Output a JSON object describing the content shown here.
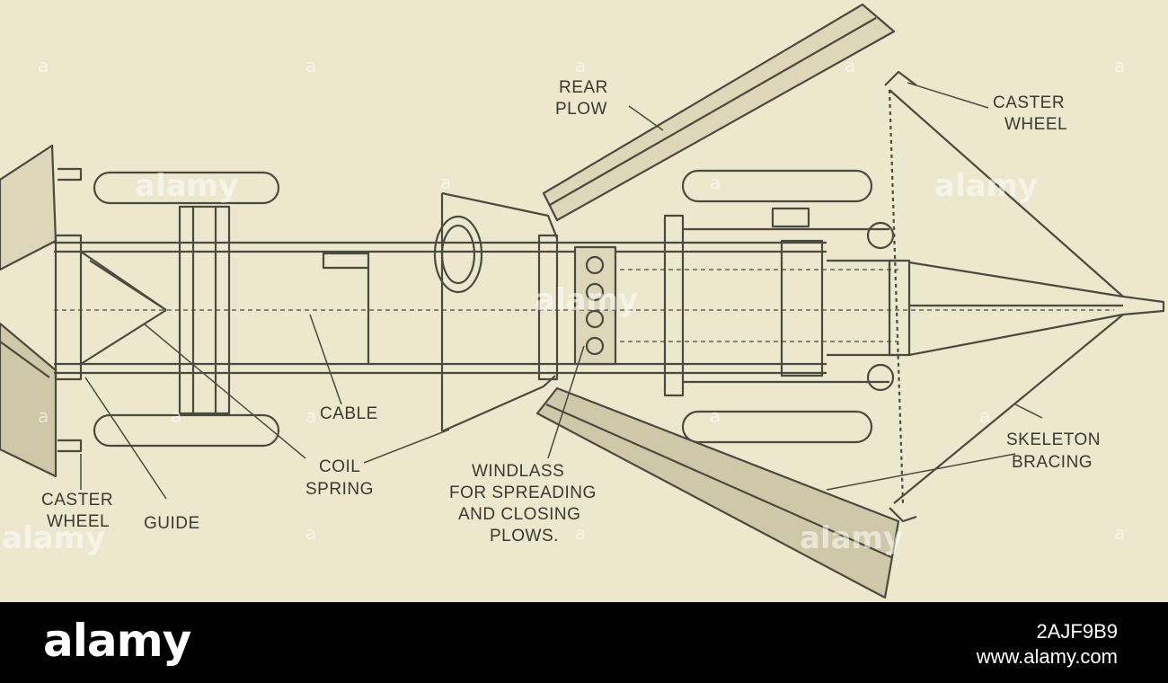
{
  "diagram": {
    "labels": {
      "rear_plow": [
        "REAR",
        "PLOW"
      ],
      "caster_wheel_right": [
        "CASTER",
        "WHEEL"
      ],
      "caster_wheel_left": [
        "CASTER",
        "WHEEL"
      ],
      "guide": "GUIDE",
      "cable": "CABLE",
      "coil_spring": [
        "COIL",
        "SPRING"
      ],
      "windlass": [
        "WINDLASS",
        "FOR SPREADING",
        "AND CLOSING",
        "PLOWS."
      ],
      "skeleton_bracing": [
        "SKELETON",
        "BRACING"
      ]
    },
    "colors": {
      "paper": "#ece7cd",
      "ink": "#4a4a40"
    }
  },
  "watermark": {
    "text": "alamy",
    "glyph": "a"
  },
  "footer": {
    "brand": "alamy",
    "image_id": "2AJF9B9",
    "site": "www.alamy.com"
  }
}
